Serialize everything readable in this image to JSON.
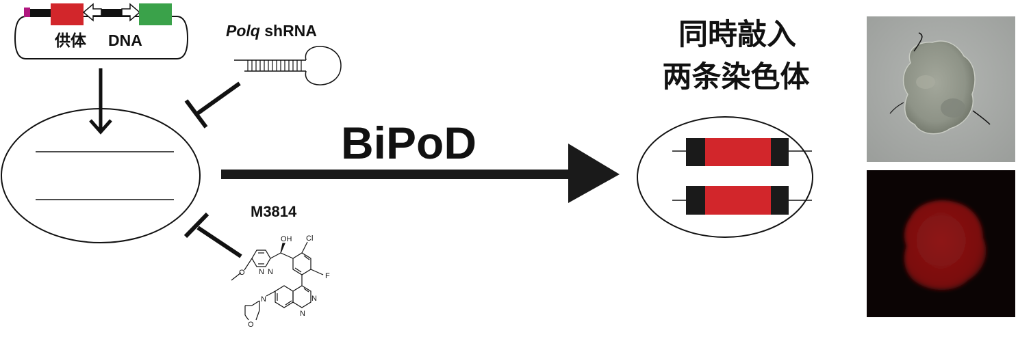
{
  "plasmid": {
    "label_cjk": "供体",
    "label_latin": "DNA"
  },
  "shrna": {
    "gene": "Polq",
    "suffix": " shRNA"
  },
  "inhibitor": {
    "name": "M3814"
  },
  "method": {
    "label": "BiPoD"
  },
  "result": {
    "line1": "同時敲入",
    "line2": "两条染色体"
  },
  "molecule_atoms": {
    "oh": "OH",
    "cl": "Cl",
    "f": "F",
    "o_methoxy": "O",
    "n1": "N",
    "n2": "N",
    "n3": "N",
    "n4": "N",
    "n_morph": "N",
    "o_morph": "O"
  },
  "colors": {
    "red_cassette": "#d2262b",
    "green_cassette": "#3aa24a",
    "magenta_tip": "#b0177f",
    "arrow_black": "#1a1a1a",
    "fluor_red": "#8a1212"
  }
}
